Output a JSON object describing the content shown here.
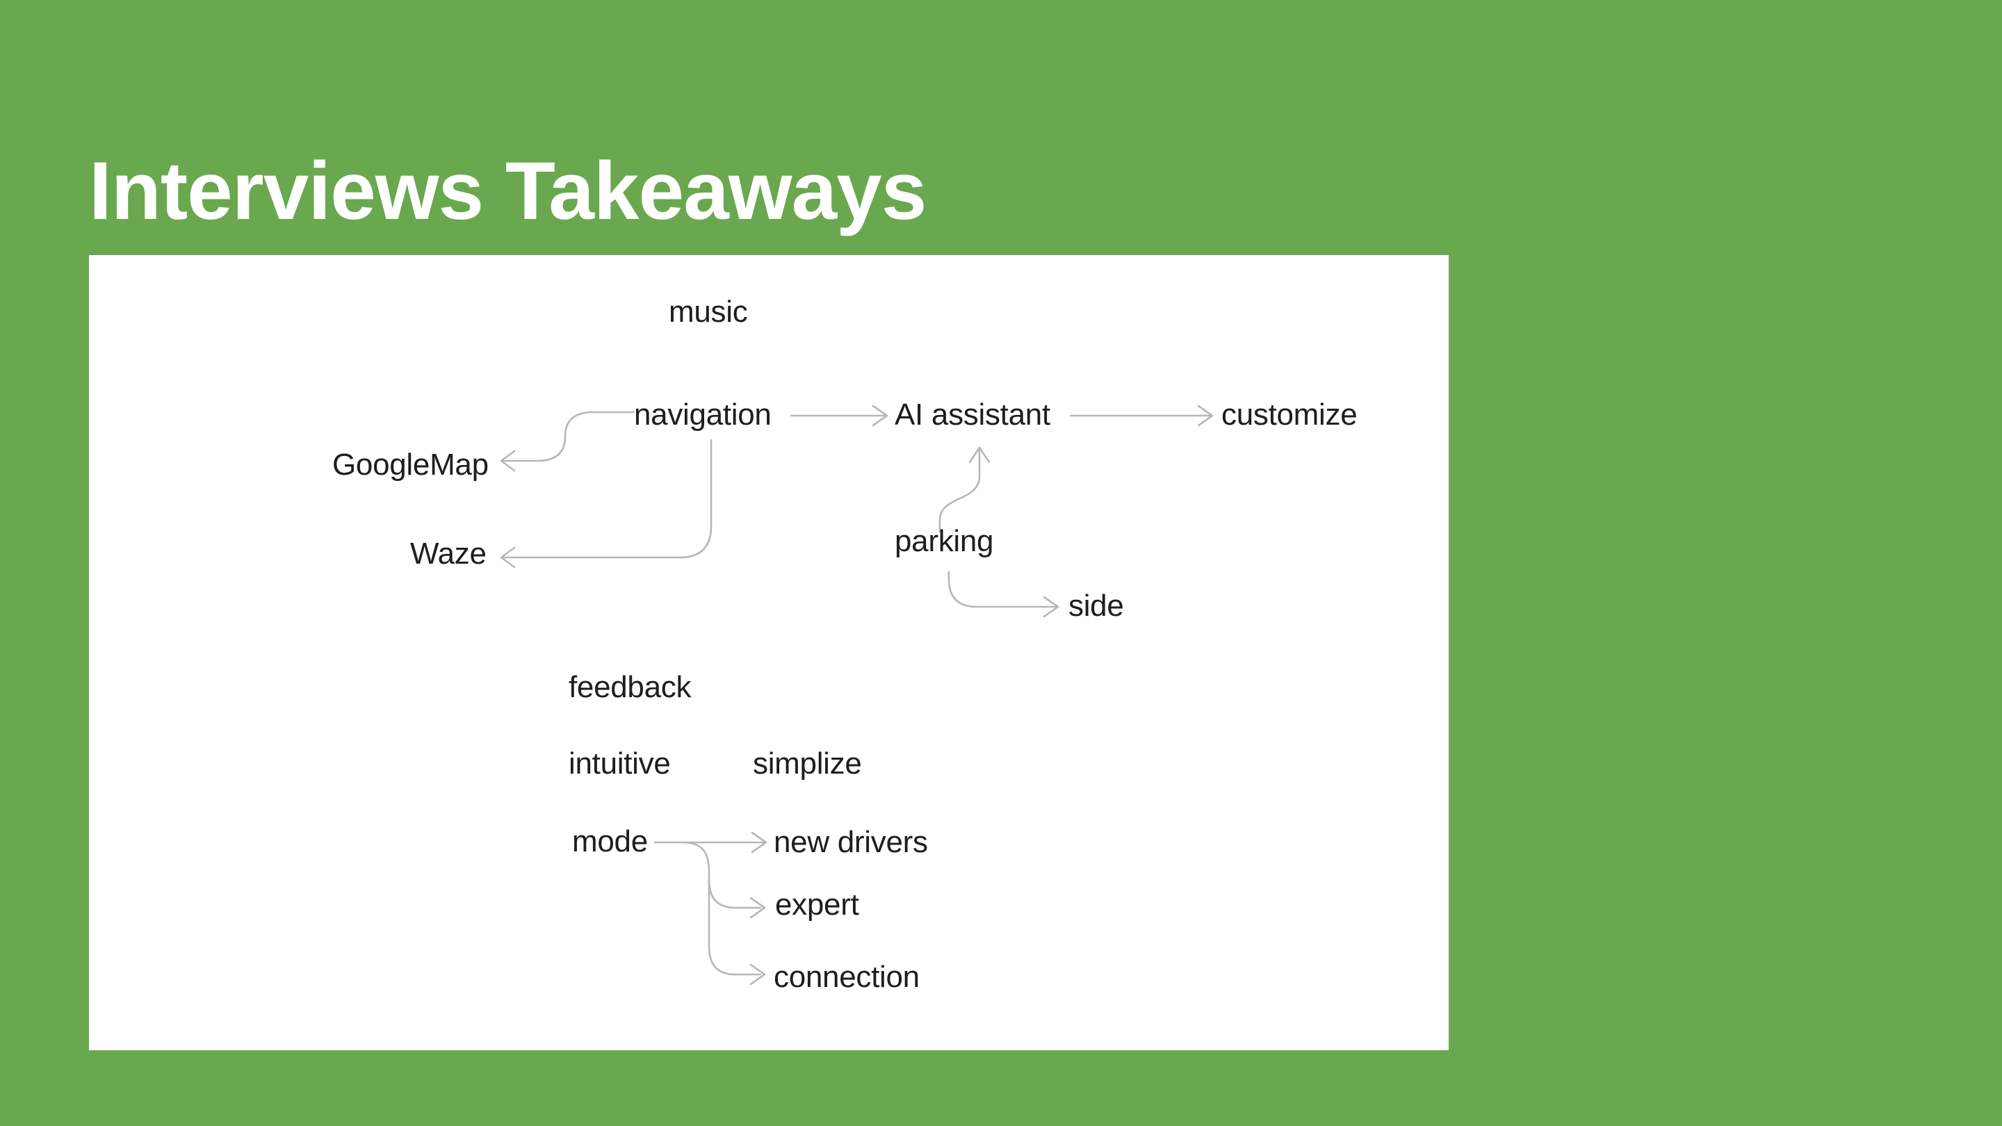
{
  "slide": {
    "title": "Interviews Takeaways"
  },
  "colors": {
    "background": "#6aa84f",
    "panel": "#ffffff",
    "node_text": "#1e1e1e",
    "connector": "#b7b7b7",
    "title_text": "#ffffff"
  },
  "mindmap": {
    "nodes": {
      "music": "music",
      "navigation": "navigation",
      "ai_assistant": "AI assistant",
      "customize": "customize",
      "googlemap": "GoogleMap",
      "waze": "Waze",
      "parking": "parking",
      "side": "side",
      "feedback": "feedback",
      "intuitive": "intuitive",
      "simplize": "simplize",
      "mode": "mode",
      "new_drivers": "new drivers",
      "expert": "expert",
      "connection": "connection"
    },
    "connections": [
      {
        "from": "navigation",
        "to": "AI assistant",
        "arrow": "right"
      },
      {
        "from": "AI assistant",
        "to": "customize",
        "arrow": "right"
      },
      {
        "from": "navigation",
        "to": "GoogleMap",
        "arrow": "left"
      },
      {
        "from": "navigation",
        "to": "Waze",
        "arrow": "left"
      },
      {
        "from": "parking",
        "to": "AI assistant",
        "arrow": "up"
      },
      {
        "from": "parking",
        "to": "side",
        "arrow": "right"
      },
      {
        "from": "mode",
        "to": "new drivers",
        "arrow": "right"
      },
      {
        "from": "mode",
        "to": "expert",
        "arrow": "right"
      },
      {
        "from": "mode",
        "to": "connection",
        "arrow": "right"
      }
    ]
  }
}
